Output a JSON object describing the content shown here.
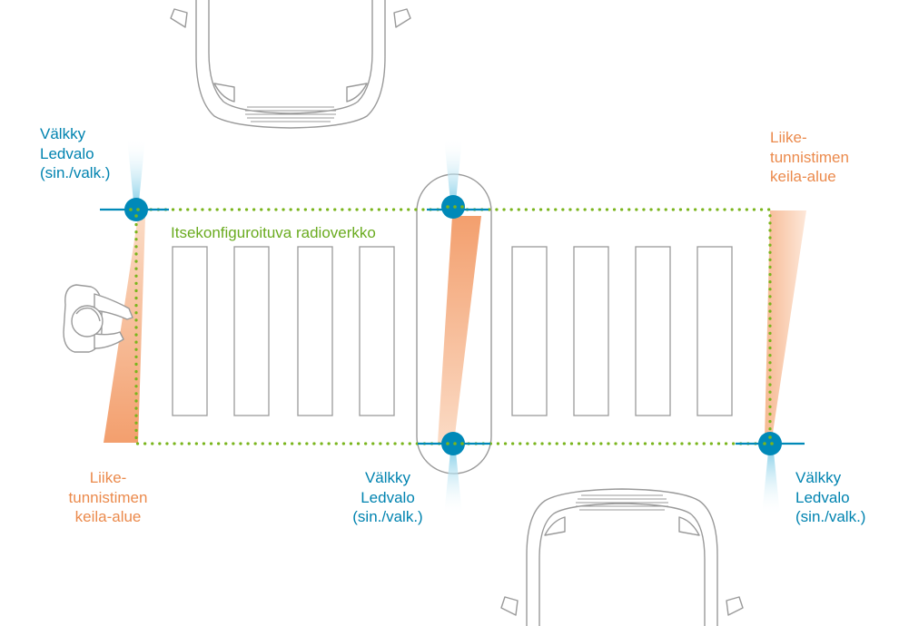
{
  "colors": {
    "beacon_blue": "#0089b8",
    "sensor_orange": "#f0a070",
    "network_green": "#7ab51d",
    "outline_gray": "#9a9a9a",
    "label_blue": "#0083b0",
    "label_orange": "#eb8a4c",
    "label_green": "#6aab1f"
  },
  "labels": {
    "network": "Itsekonfiguroituva radioverkko",
    "light_top_left": [
      "Välkky",
      "Ledvalo",
      "(sin./valk.)"
    ],
    "light_bottom_center": [
      "Välkky",
      "Ledvalo",
      "(sin./valk.)"
    ],
    "light_bottom_right": [
      "Välkky",
      "Ledvalo",
      "(sin./valk.)"
    ],
    "sensor_top_right": [
      "Liike-",
      "tunnistimen",
      "keila-alue"
    ],
    "sensor_bottom_left": [
      "Liike-",
      "tunnistimen",
      "keila-alue"
    ]
  },
  "icons": {
    "car_top": "car-front-icon",
    "car_bottom": "car-front-icon",
    "pedestrian": "pedestrian-icon",
    "light_unit": "led-light-unit-icon"
  },
  "crossing": {
    "stripe_count_left": 4,
    "stripe_count_right": 4
  }
}
